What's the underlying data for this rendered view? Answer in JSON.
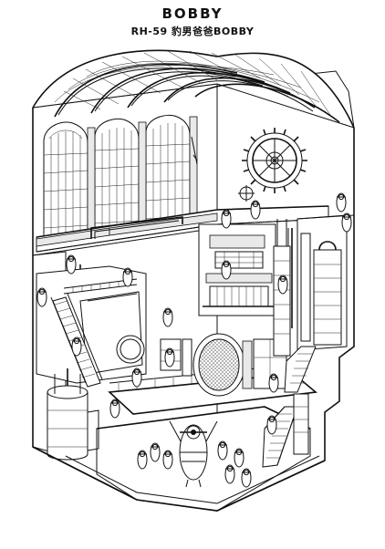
{
  "header": {
    "title": "BOBBY",
    "subtitle": "RH-59 豹男爸爸BOBBY"
  },
  "illustration": {
    "type": "line-art cutaway building",
    "figures_icon": "minion-figure-icon"
  }
}
